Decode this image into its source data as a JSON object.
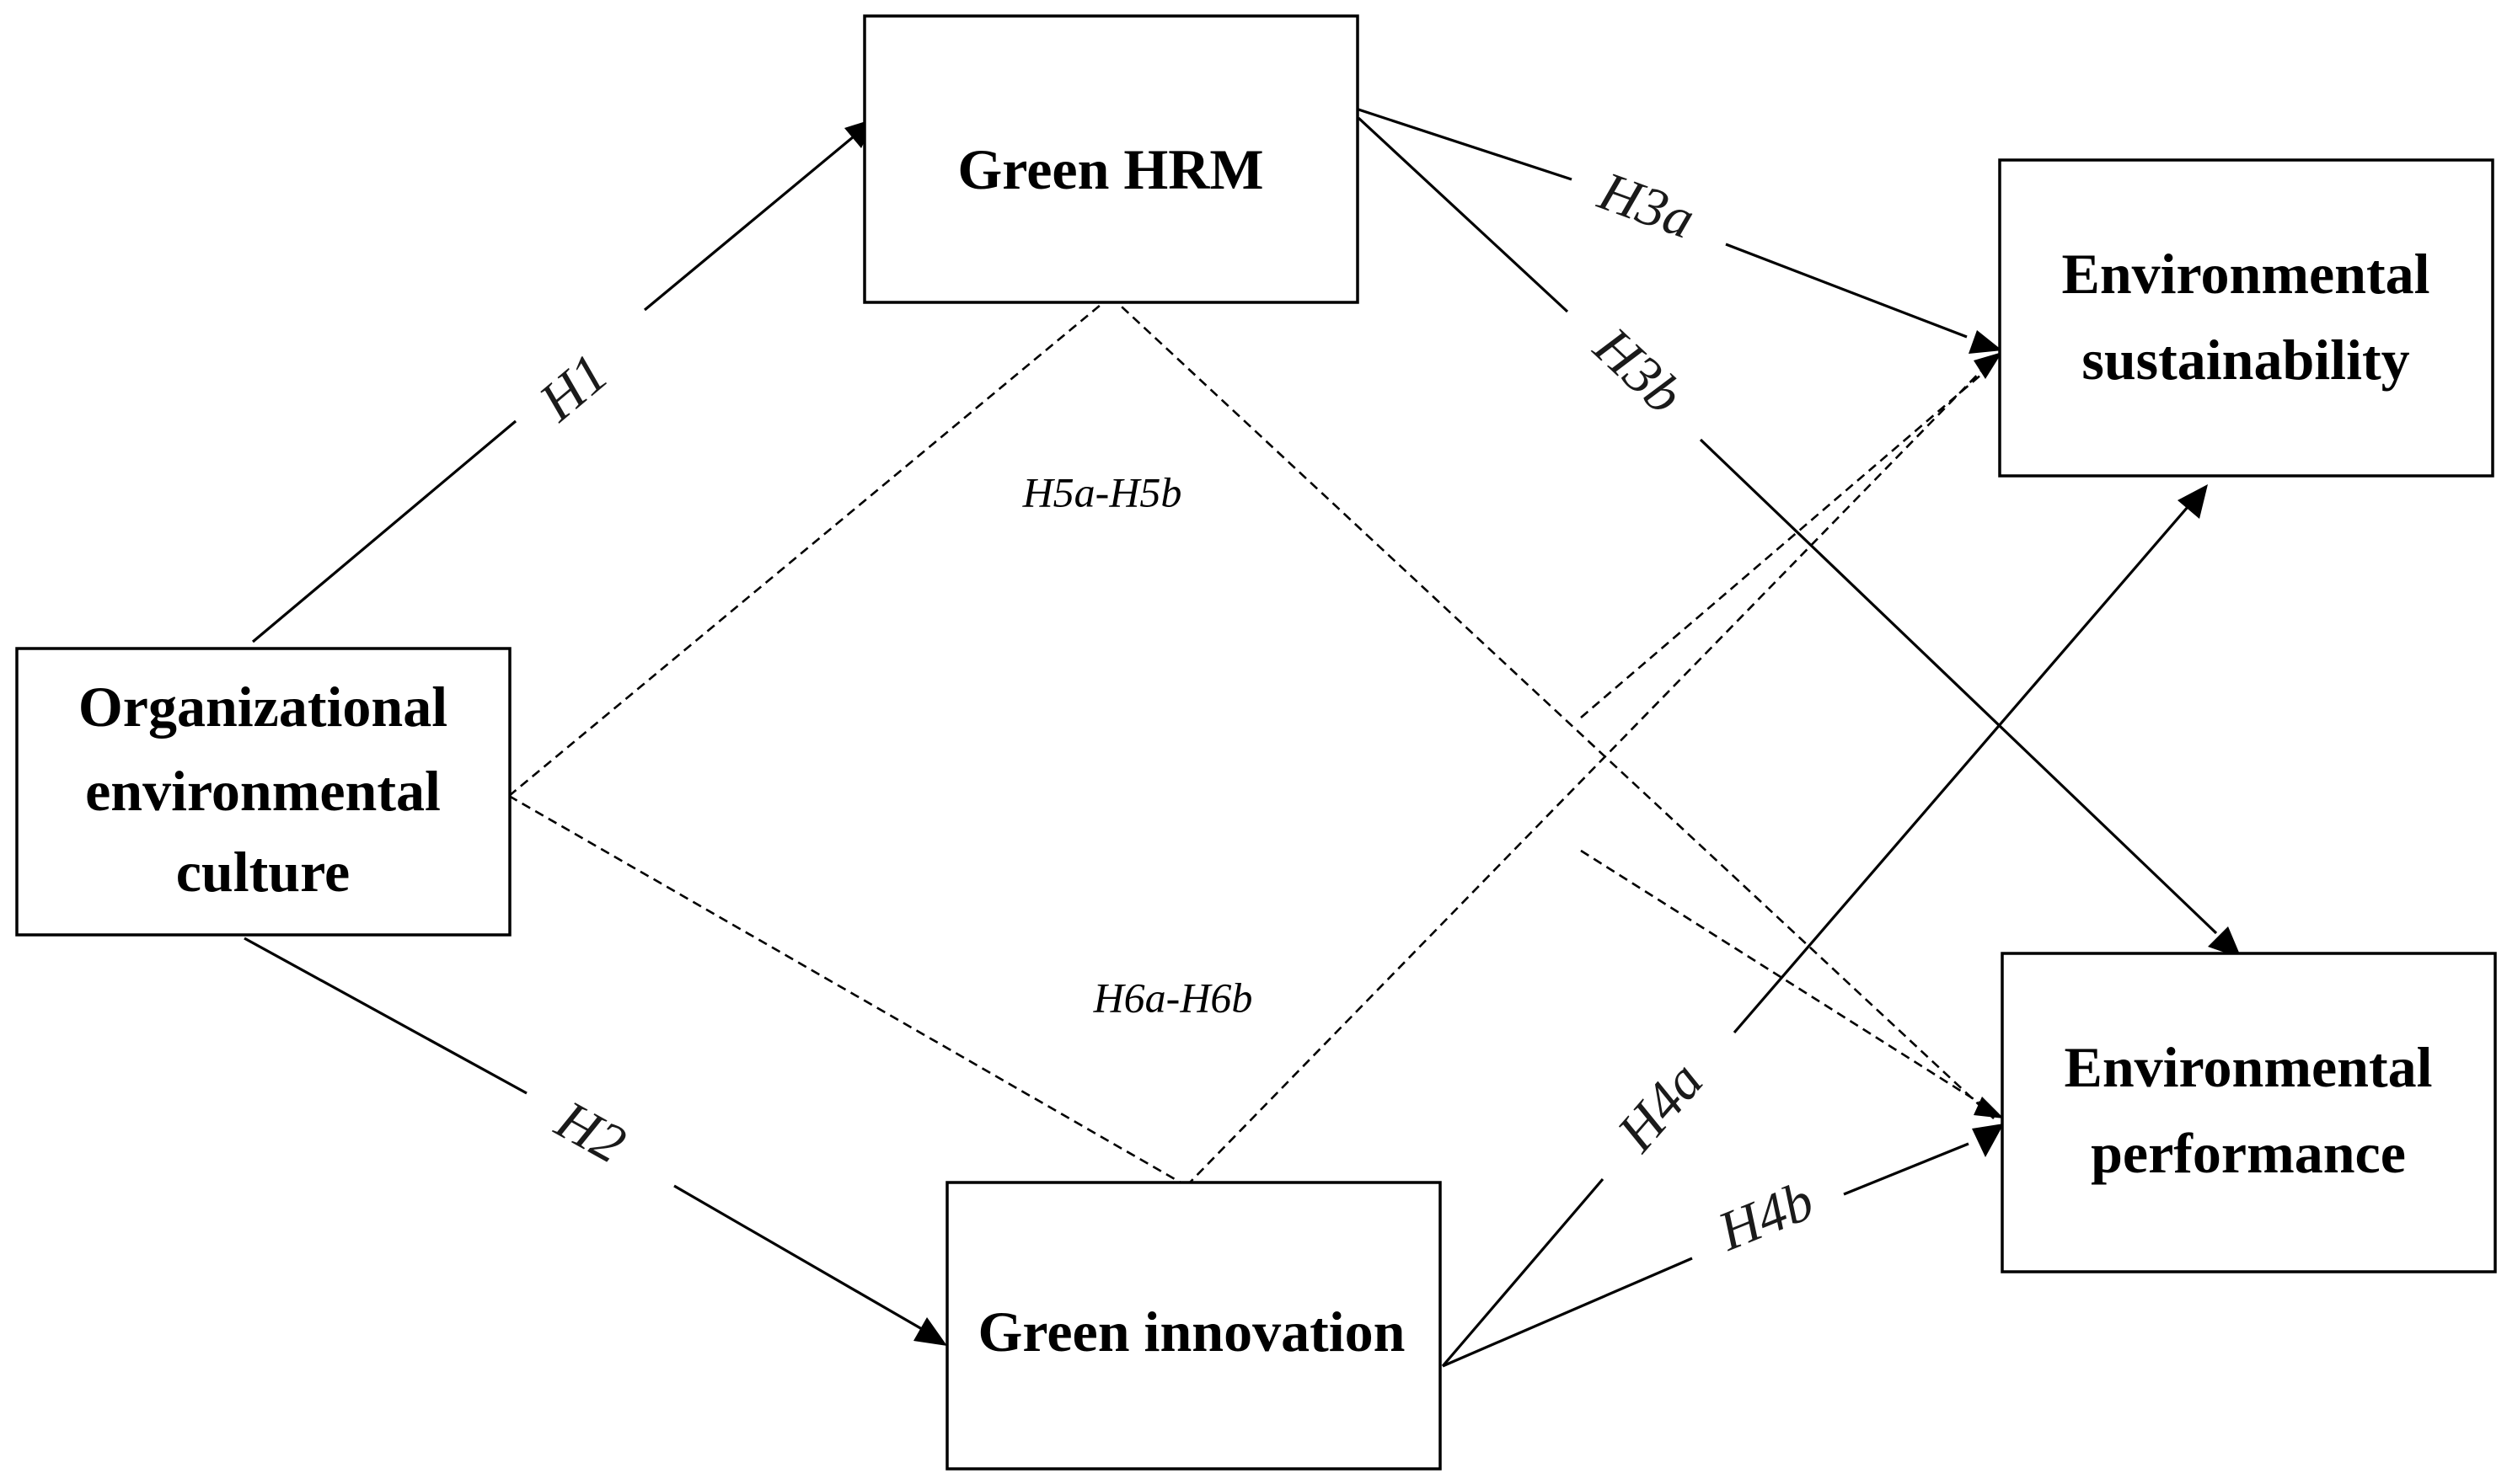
{
  "nodes": {
    "oec": {
      "lines": [
        "Organizational",
        "environmental",
        "culture"
      ]
    },
    "ghrm": {
      "lines": [
        "Green HRM"
      ]
    },
    "gi": {
      "lines": [
        "Green innovation"
      ]
    },
    "es": {
      "lines": [
        "Environmental",
        "sustainability"
      ]
    },
    "ep": {
      "lines": [
        "Environmental",
        "performance"
      ]
    }
  },
  "edges": {
    "h1": {
      "label": "H1",
      "from": "oec",
      "to": "ghrm",
      "style": "solid"
    },
    "h2": {
      "label": "H2",
      "from": "oec",
      "to": "gi",
      "style": "solid"
    },
    "h3a": {
      "label": "H3a",
      "from": "ghrm",
      "to": "es",
      "style": "solid"
    },
    "h3b": {
      "label": "H3b",
      "from": "ghrm",
      "to": "ep",
      "style": "solid"
    },
    "h4a": {
      "label": "H4a",
      "from": "gi",
      "to": "es",
      "style": "solid"
    },
    "h4b": {
      "label": "H4b",
      "from": "gi",
      "to": "ep",
      "style": "solid"
    }
  },
  "mediation": {
    "h5": {
      "label": "H5a-H5b",
      "style": "dashed"
    },
    "h6": {
      "label": "H6a-H6b",
      "style": "dashed"
    }
  },
  "colors": {
    "line": "#000000",
    "box_fill": "#ffffff",
    "text": "#000000"
  }
}
